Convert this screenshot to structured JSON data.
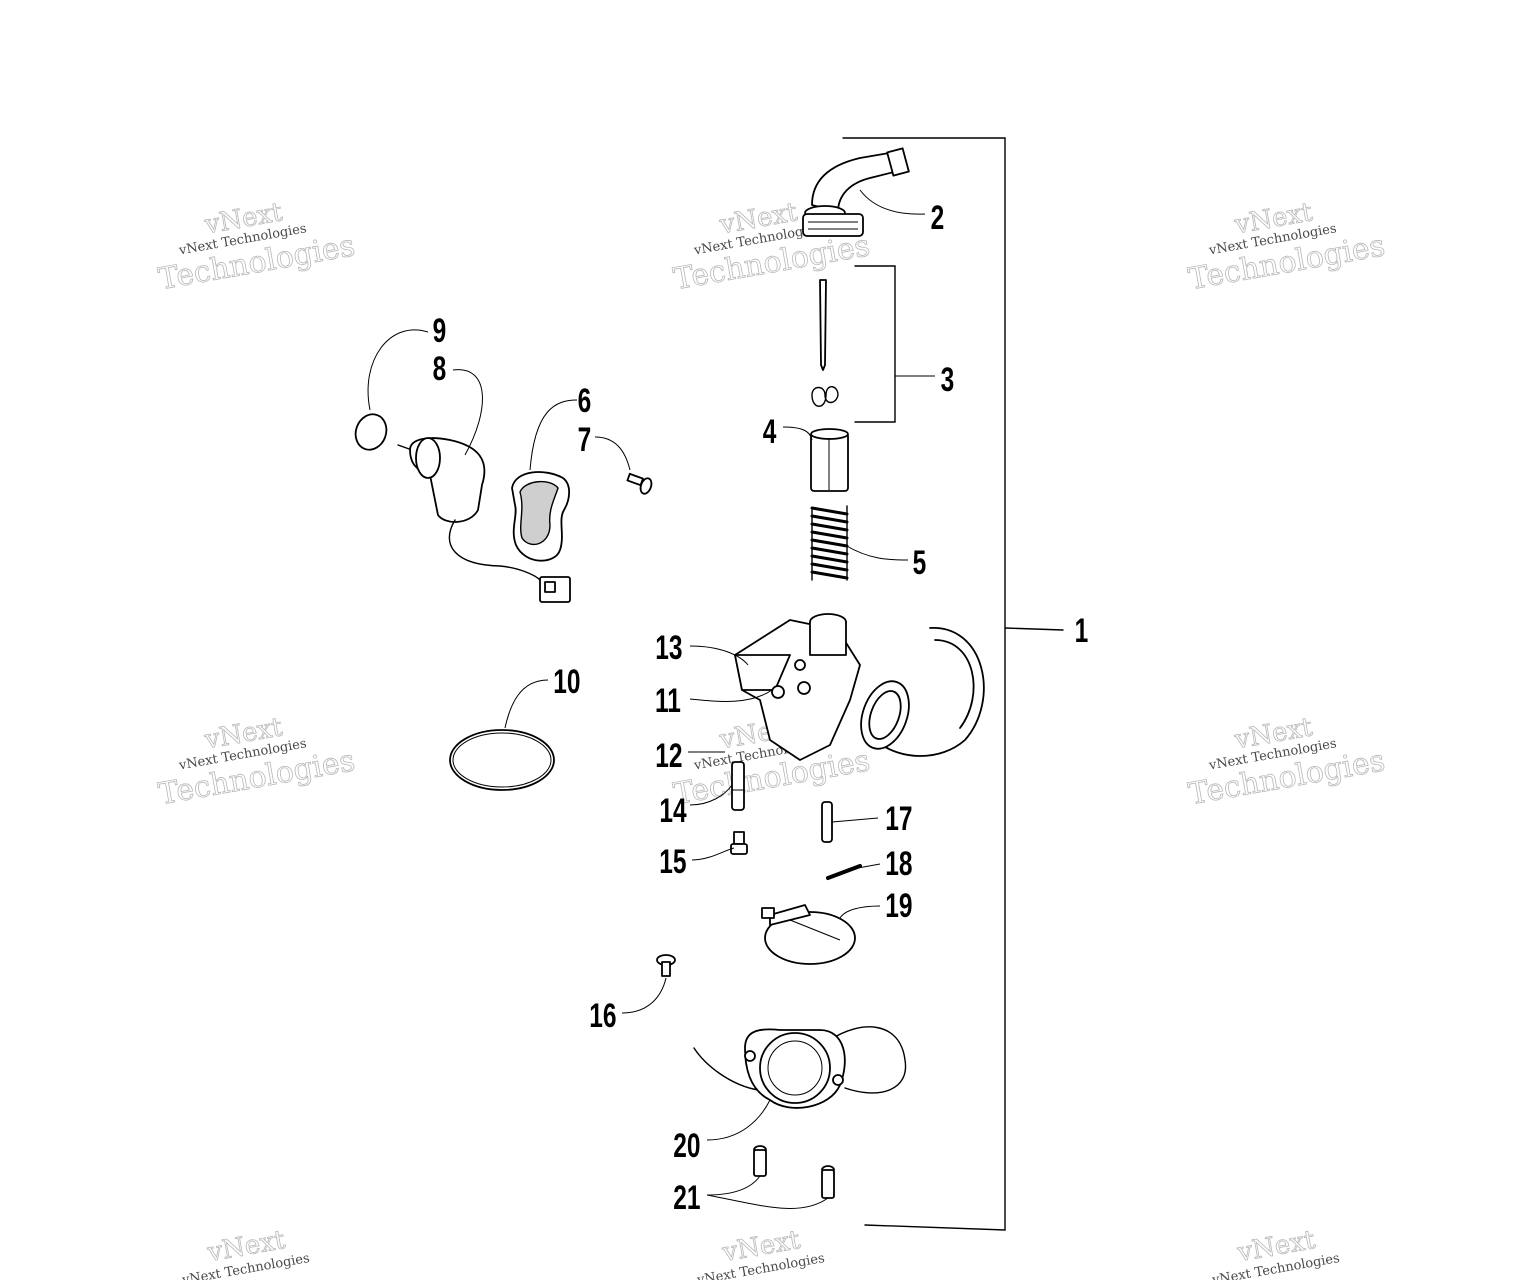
{
  "diagram": {
    "callouts": [
      {
        "id": "1",
        "text": "1"
      },
      {
        "id": "2",
        "text": "2"
      },
      {
        "id": "3",
        "text": "3"
      },
      {
        "id": "4",
        "text": "4"
      },
      {
        "id": "5",
        "text": "5"
      },
      {
        "id": "6",
        "text": "6"
      },
      {
        "id": "7",
        "text": "7"
      },
      {
        "id": "8",
        "text": "8"
      },
      {
        "id": "9",
        "text": "9"
      },
      {
        "id": "10",
        "text": "10"
      },
      {
        "id": "11",
        "text": "11"
      },
      {
        "id": "12",
        "text": "12"
      },
      {
        "id": "13",
        "text": "13"
      },
      {
        "id": "14",
        "text": "14"
      },
      {
        "id": "15",
        "text": "15"
      },
      {
        "id": "16",
        "text": "16"
      },
      {
        "id": "17",
        "text": "17"
      },
      {
        "id": "18",
        "text": "18"
      },
      {
        "id": "19",
        "text": "19"
      },
      {
        "id": "20",
        "text": "20"
      },
      {
        "id": "21",
        "text": "21"
      }
    ],
    "watermark": {
      "brand": "vNext",
      "line_large": "Technologies",
      "line_small": "vNext Technologies"
    },
    "colors": {
      "ink": "#000000",
      "background": "#ffffff",
      "watermark": "#b8b8b8"
    }
  }
}
